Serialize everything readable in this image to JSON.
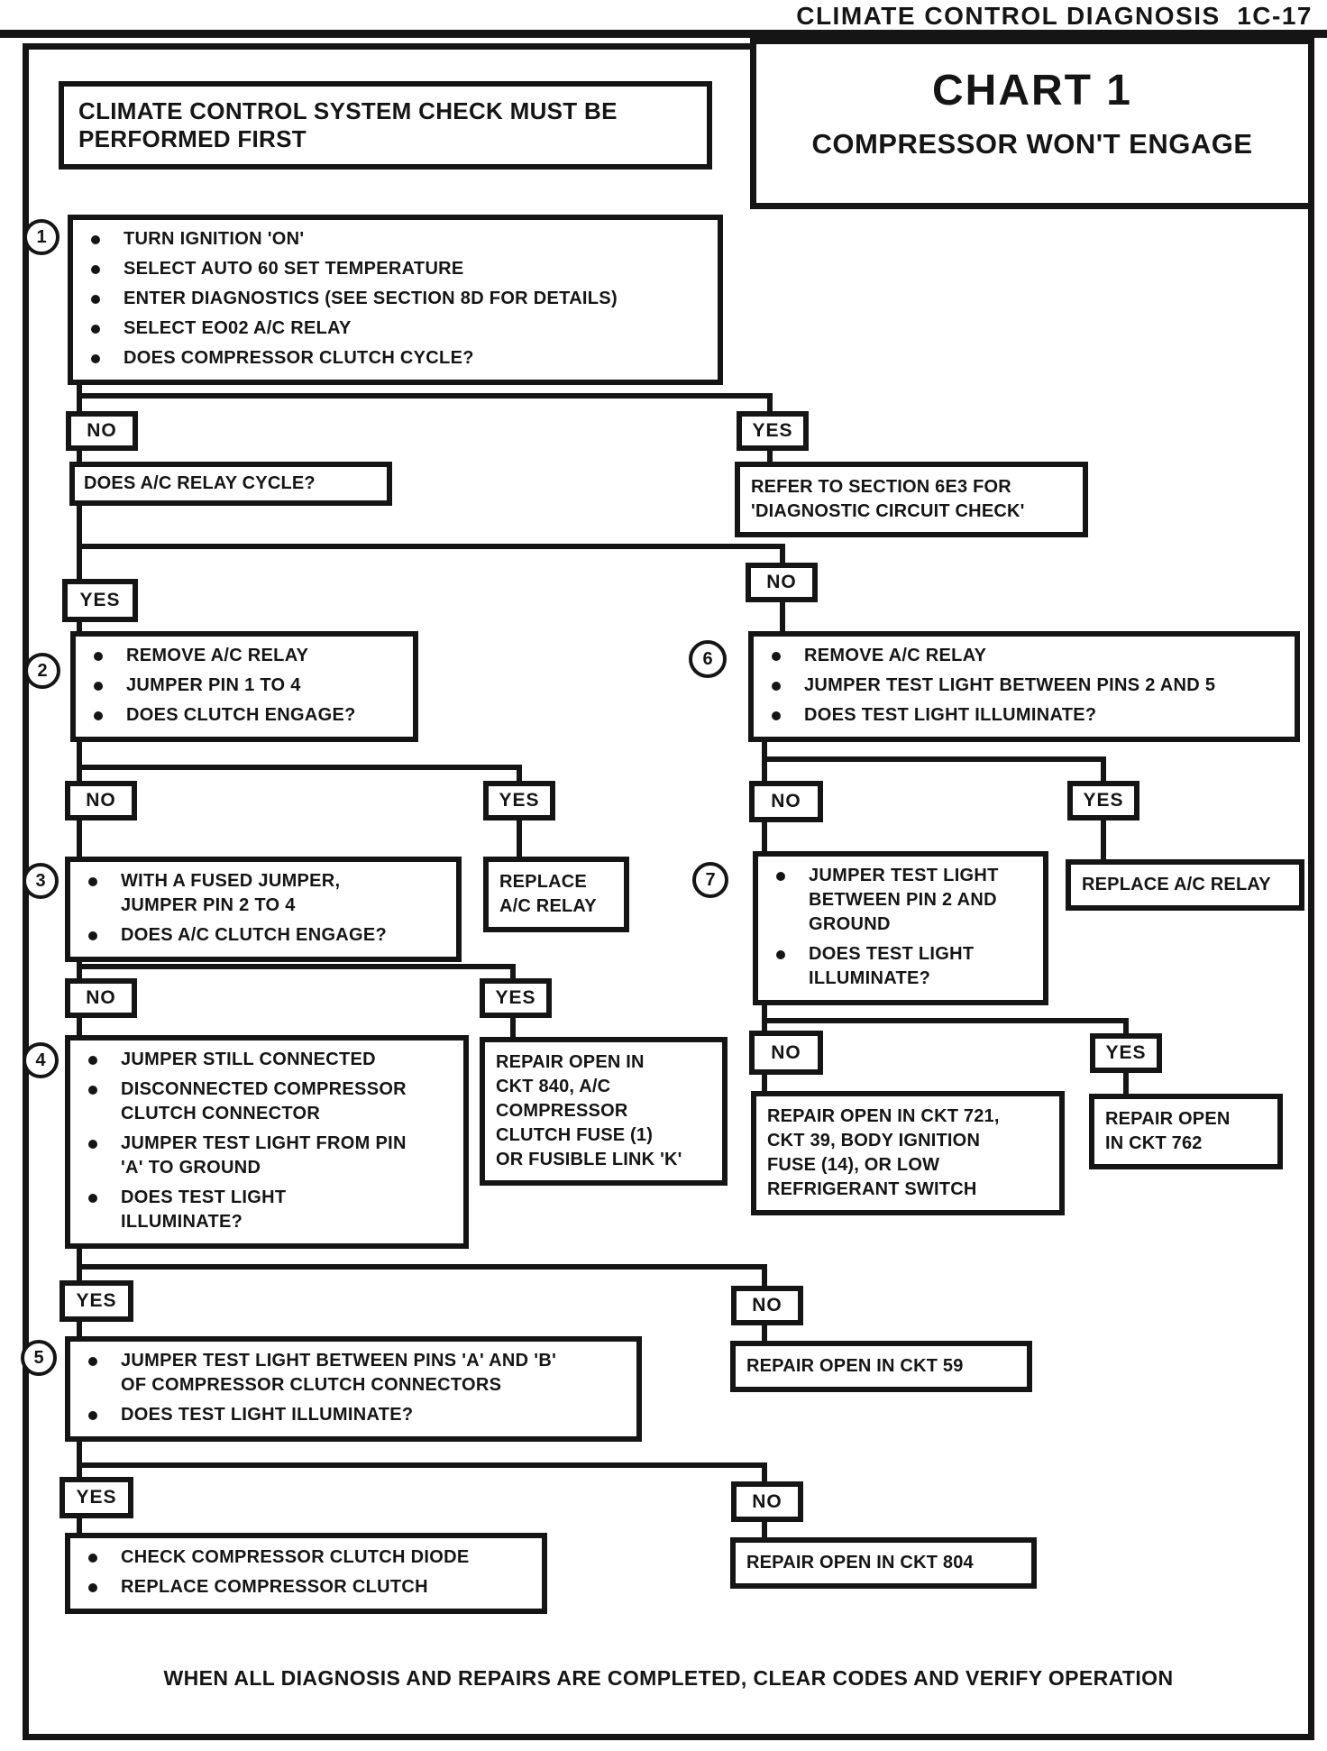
{
  "header": {
    "title": "CLIMATE CONTROL DIAGNOSIS  1C-17"
  },
  "chart": {
    "title": "CHART 1",
    "subtitle": "COMPRESSOR WON'T ENGAGE"
  },
  "notes": {
    "precheck": "CLIMATE CONTROL SYSTEM CHECK MUST BE\nPERFORMED FIRST",
    "footer": "WHEN ALL DIAGNOSIS AND REPAIRS ARE COMPLETED, CLEAR CODES AND VERIFY OPERATION"
  },
  "labels": {
    "yes": "YES",
    "no": "NO"
  },
  "steps": {
    "s1": {
      "num": "1",
      "bullets": [
        "TURN IGNITION 'ON'",
        "SELECT AUTO 60 SET TEMPERATURE",
        "ENTER DIAGNOSTICS (SEE SECTION 8D FOR DETAILS)",
        "SELECT EO02 A/C RELAY",
        "DOES COMPRESSOR CLUTCH CYCLE?"
      ]
    },
    "s2": {
      "num": "2",
      "bullets": [
        "REMOVE A/C RELAY",
        "JUMPER PIN 1 TO 4",
        "DOES CLUTCH ENGAGE?"
      ]
    },
    "s3": {
      "num": "3",
      "bullets": [
        "WITH A FUSED JUMPER,\nJUMPER PIN 2 TO 4",
        "DOES A/C CLUTCH ENGAGE?"
      ]
    },
    "s4": {
      "num": "4",
      "bullets": [
        "JUMPER STILL CONNECTED",
        "DISCONNECTED COMPRESSOR\nCLUTCH CONNECTOR",
        "JUMPER TEST LIGHT FROM PIN\n'A' TO GROUND",
        "DOES TEST LIGHT\nILLUMINATE?"
      ]
    },
    "s5": {
      "num": "5",
      "bullets": [
        "JUMPER TEST LIGHT BETWEEN PINS 'A' AND 'B'\nOF COMPRESSOR CLUTCH CONNECTORS",
        "DOES TEST LIGHT ILLUMINATE?"
      ]
    },
    "s6": {
      "num": "6",
      "bullets": [
        "REMOVE A/C RELAY",
        "JUMPER TEST LIGHT BETWEEN PINS 2 AND 5",
        "DOES TEST LIGHT ILLUMINATE?"
      ]
    },
    "s7": {
      "num": "7",
      "bullets": [
        "JUMPER TEST LIGHT\nBETWEEN PIN 2 AND\nGROUND",
        "DOES TEST LIGHT\nILLUMINATE?"
      ]
    }
  },
  "boxes": {
    "relay_cycle_q": "DOES A/C RELAY CYCLE?",
    "refer_6e3": "REFER TO SECTION 6E3 FOR\n'DIAGNOSTIC CIRCUIT CHECK'",
    "replace_relay_left": "REPLACE\nA/C RELAY",
    "repair_ckt840": "REPAIR OPEN IN\nCKT 840, A/C\nCOMPRESSOR\nCLUTCH FUSE (1)\nOR FUSIBLE LINK 'K'",
    "repair_ckt59": "REPAIR OPEN IN CKT 59",
    "repair_ckt804": "REPAIR OPEN IN CKT 804",
    "replace_relay_right": "REPLACE A/C RELAY",
    "repair_ckt721": "REPAIR OPEN IN CKT 721,\nCKT 39, BODY IGNITION\nFUSE (14), OR LOW\nREFRIGERANT SWITCH",
    "repair_ckt762": "REPAIR OPEN\nIN CKT 762",
    "final_fix": {
      "bullets": [
        "CHECK COMPRESSOR CLUTCH DIODE",
        "REPLACE  COMPRESSOR CLUTCH"
      ]
    }
  }
}
